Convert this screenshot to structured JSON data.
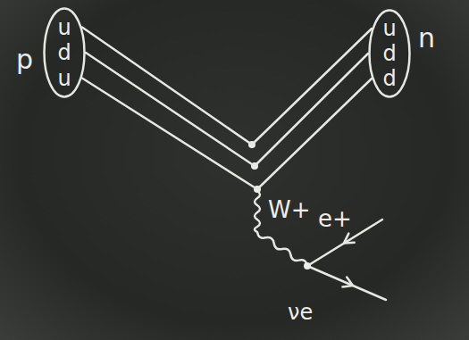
{
  "diagram": {
    "nodes": [
      {
        "text": [
          "p",
          "u",
          "d",
          "u"
        ]
      },
      {
        "text": [
          "n",
          "u",
          "d",
          "d"
        ]
      }
    ],
    "edges": [
      {
        "from": 0,
        "to": 1,
        "arrow": "none"
      },
      {
        "from": 0,
        "to": 1,
        "arrow": "none"
      },
      {
        "from": 0,
        "to": 1,
        "arrow": "none"
      }
    ],
    "labels": [
      "W+",
      "e+",
      "νe"
    ]
  }
}
